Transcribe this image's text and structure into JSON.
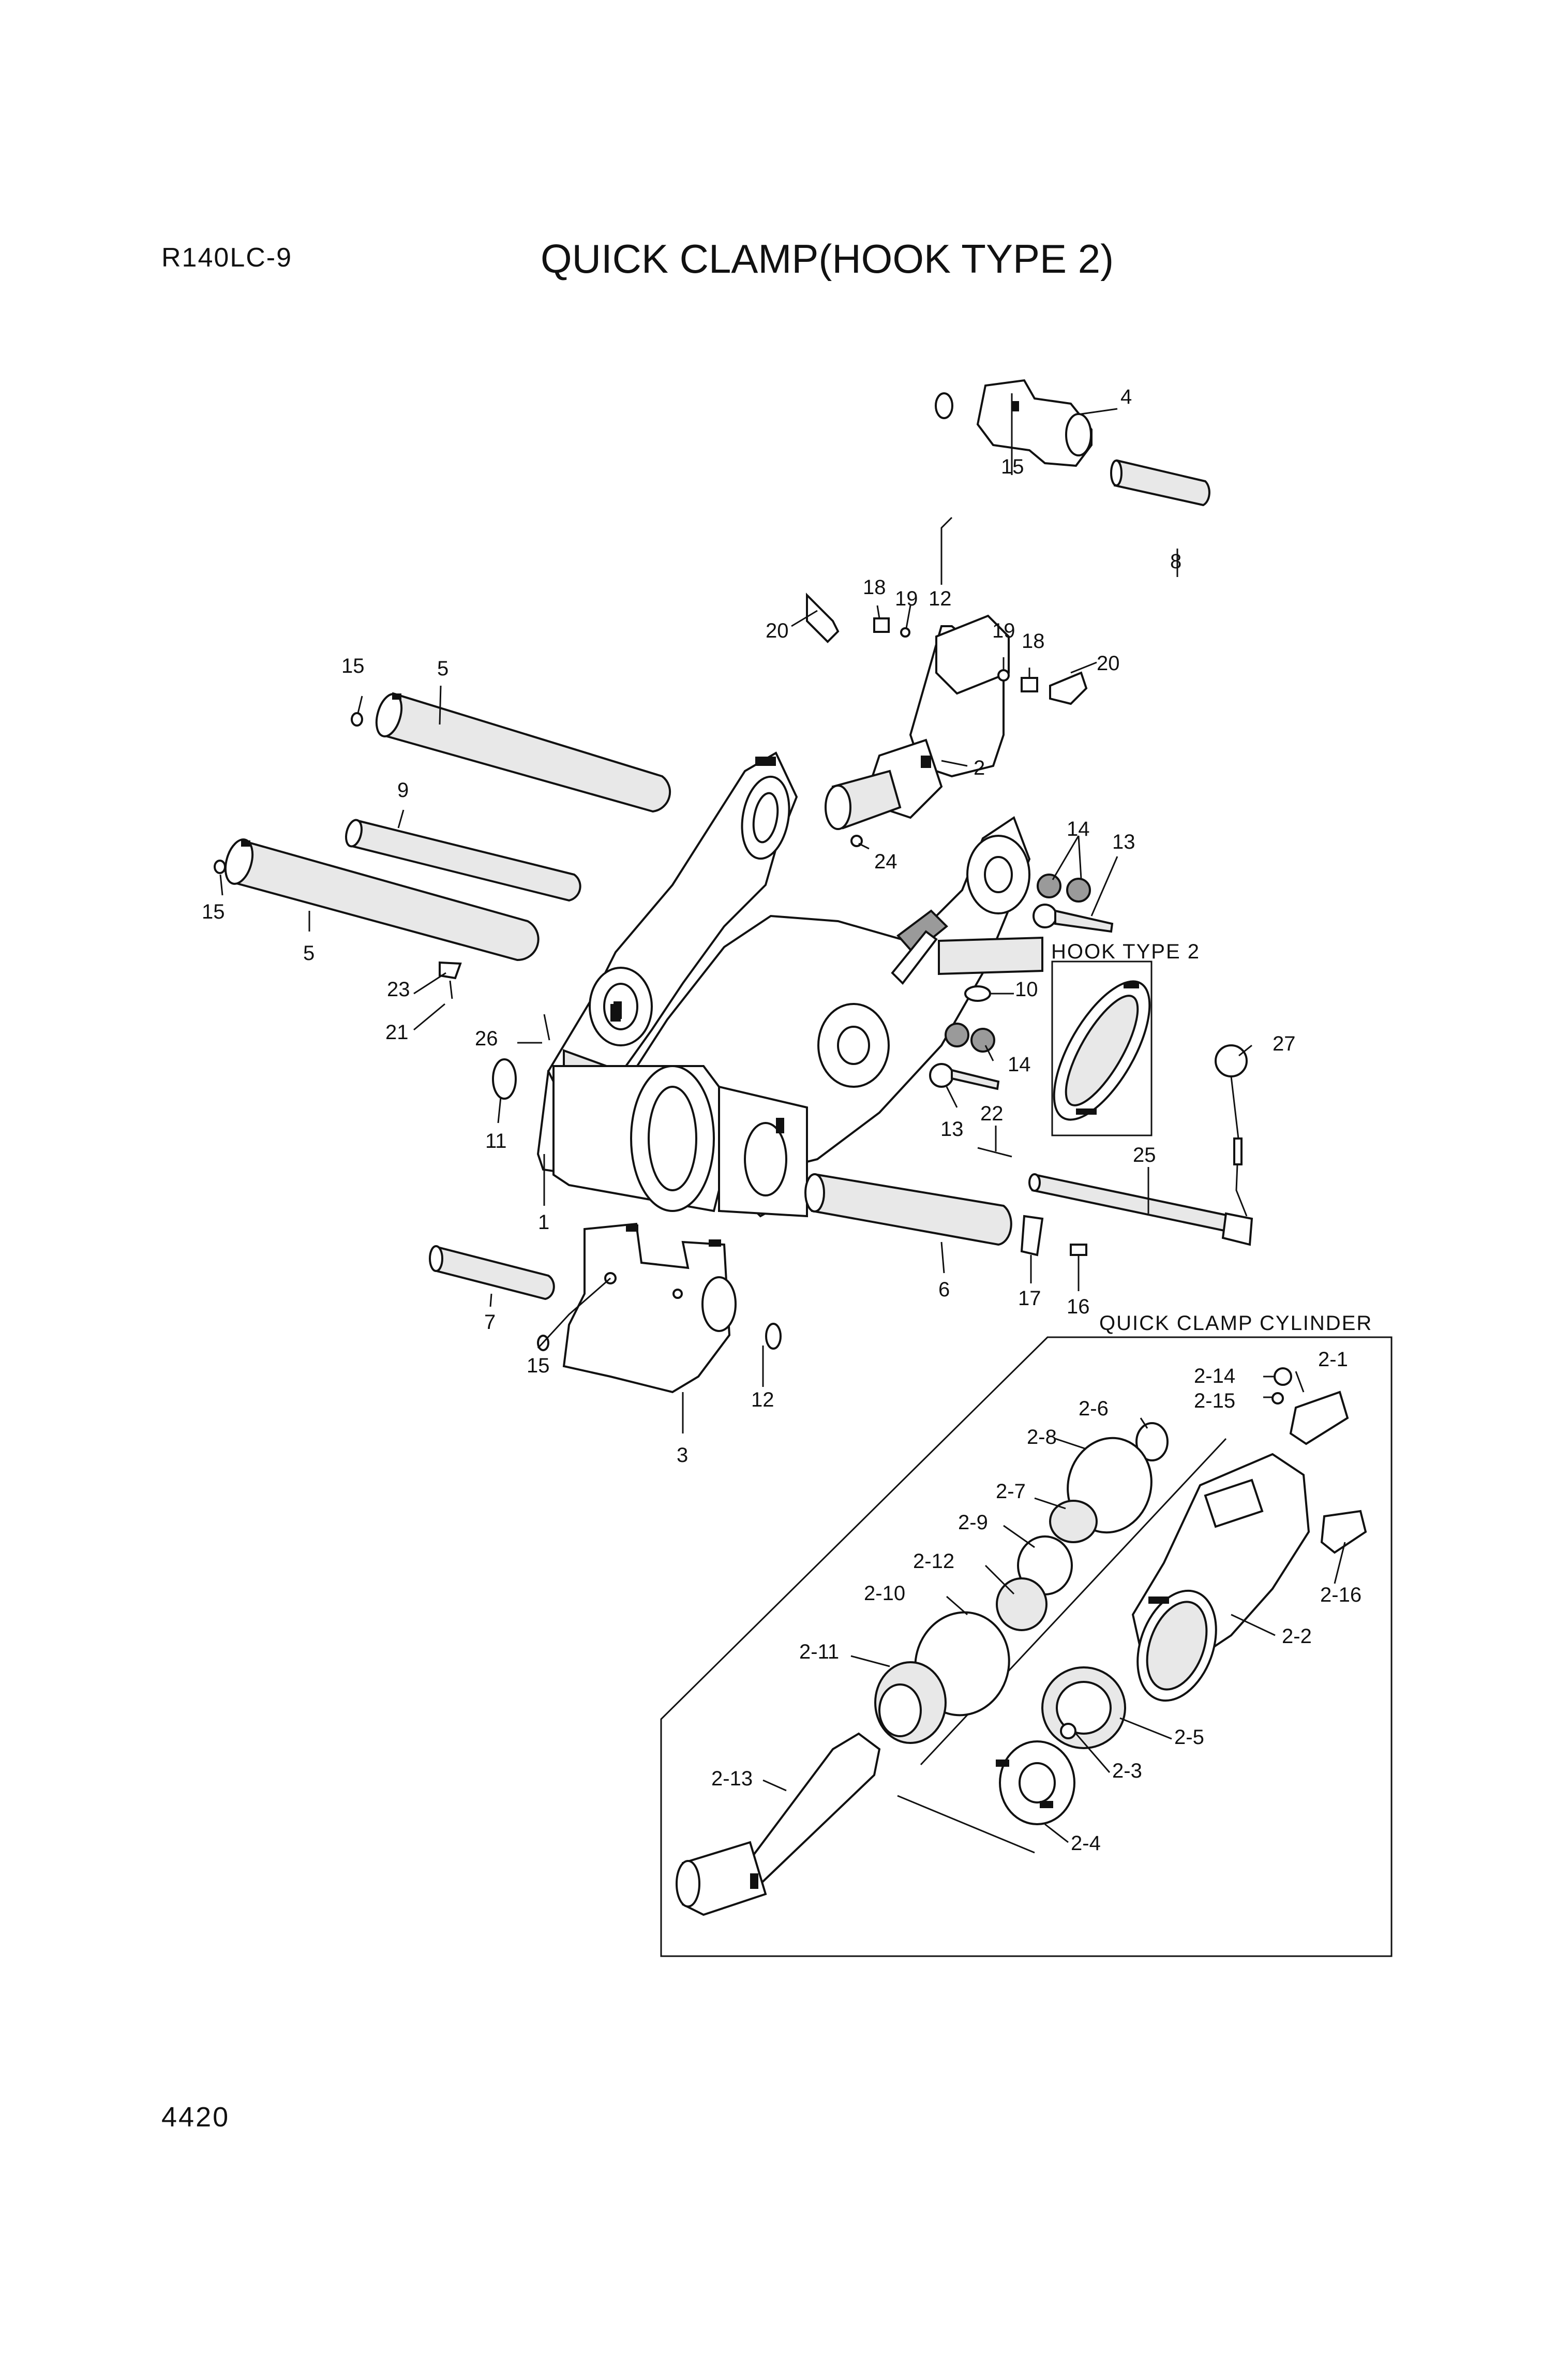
{
  "header": {
    "model": "R140LC-9",
    "title": "QUICK CLAMP(HOOK TYPE 2)"
  },
  "footer": {
    "page_number": "4420"
  },
  "insets": {
    "hook_type": "HOOK TYPE 2",
    "cylinder": "QUICK CLAMP CYLINDER"
  },
  "callouts": {
    "c1": "1",
    "c2": "2",
    "c3": "3",
    "c4": "4",
    "c5a": "5",
    "c5b": "5",
    "c6": "6",
    "c7": "7",
    "c8": "8",
    "c9": "9",
    "c10": "10",
    "c11": "11",
    "c12a": "12",
    "c12b": "12",
    "c13a": "13",
    "c13b": "13",
    "c14a": "14",
    "c14b": "14",
    "c15a": "15",
    "c15b": "15",
    "c15c": "15",
    "c15d": "15",
    "c16": "16",
    "c17": "17",
    "c18a": "18",
    "c18b": "18",
    "c19a": "19",
    "c19b": "19",
    "c20a": "20",
    "c20b": "20",
    "c21": "21",
    "c22": "22",
    "c23": "23",
    "c24": "24",
    "c25": "25",
    "c26": "26",
    "c27": "27",
    "c2_1": "2-1",
    "c2_2": "2-2",
    "c2_3": "2-3",
    "c2_4": "2-4",
    "c2_5": "2-5",
    "c2_6": "2-6",
    "c2_7": "2-7",
    "c2_8": "2-8",
    "c2_9": "2-9",
    "c2_10": "2-10",
    "c2_11": "2-11",
    "c2_12": "2-12",
    "c2_13": "2-13",
    "c2_14": "2-14",
    "c2_15": "2-15",
    "c2_16": "2-16"
  }
}
